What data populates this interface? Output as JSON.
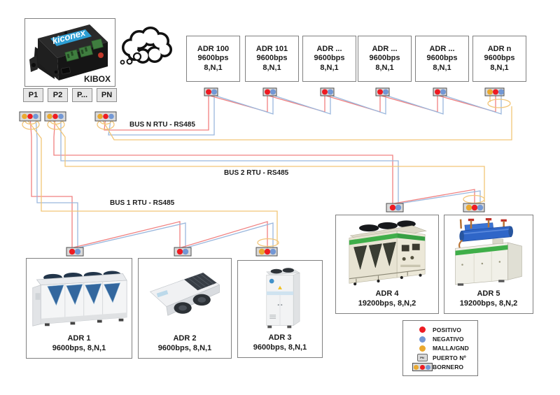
{
  "kibox": {
    "label": "KIBOX",
    "brand": "kiconex"
  },
  "ports": [
    {
      "label": "P1"
    },
    {
      "label": "P2"
    },
    {
      "label": "P..."
    },
    {
      "label": "PN"
    }
  ],
  "top_devices": [
    {
      "name": "ADR 100",
      "baud": "9600bps",
      "frame": "8,N,1"
    },
    {
      "name": "ADR 101",
      "baud": "9600bps",
      "frame": "8,N,1"
    },
    {
      "name": "ADR ...",
      "baud": "9600bps",
      "frame": "8,N,1"
    },
    {
      "name": "ADR ...",
      "baud": "9600bps",
      "frame": "8,N,1"
    },
    {
      "name": "ADR ...",
      "baud": "9600bps",
      "frame": "8,N,1"
    },
    {
      "name": "ADR n",
      "baud": "9600bps",
      "frame": "8,N,1"
    }
  ],
  "buses": {
    "bus_n": "BUS N RTU - RS485",
    "bus_2": "BUS 2 RTU - RS485",
    "bus_1": "BUS 1 RTU - RS485"
  },
  "bottom_devices": [
    {
      "name": "ADR 1",
      "config": "9600bps, 8,N,1"
    },
    {
      "name": "ADR 2",
      "config": "9600bps, 8,N,1"
    },
    {
      "name": "ADR 3",
      "config": "9600bps, 8,N,1"
    },
    {
      "name": "ADR 4",
      "config": "19200bps, 8,N,2"
    },
    {
      "name": "ADR 5",
      "config": "19200bps, 8,N,2"
    }
  ],
  "legend": {
    "items": [
      {
        "icon": "positivo-dot",
        "label": "POSITIVO"
      },
      {
        "icon": "negativo-dot",
        "label": "NEGATIVO"
      },
      {
        "icon": "malla-dot",
        "label": "MALLA/GND"
      },
      {
        "icon": "puerto-icon",
        "label": "PUERTO Nº"
      },
      {
        "icon": "bornero-icon",
        "label": "BORNERO"
      }
    ],
    "puerto_icon_text": "PN"
  },
  "colors": {
    "positivo": "#ee1c23",
    "negativo": "#7398d5",
    "malla": "#eaa92f",
    "wire_red": "#f08080",
    "wire_blue": "#9ab7dd",
    "wire_yellow": "#f2c577",
    "bornero_bg": "#d9d9d9",
    "bornero_border": "#4d4d4d",
    "box_border": "#808080",
    "green_accent": "#3fae49",
    "kiconex_blue": "#2e9fd4"
  }
}
